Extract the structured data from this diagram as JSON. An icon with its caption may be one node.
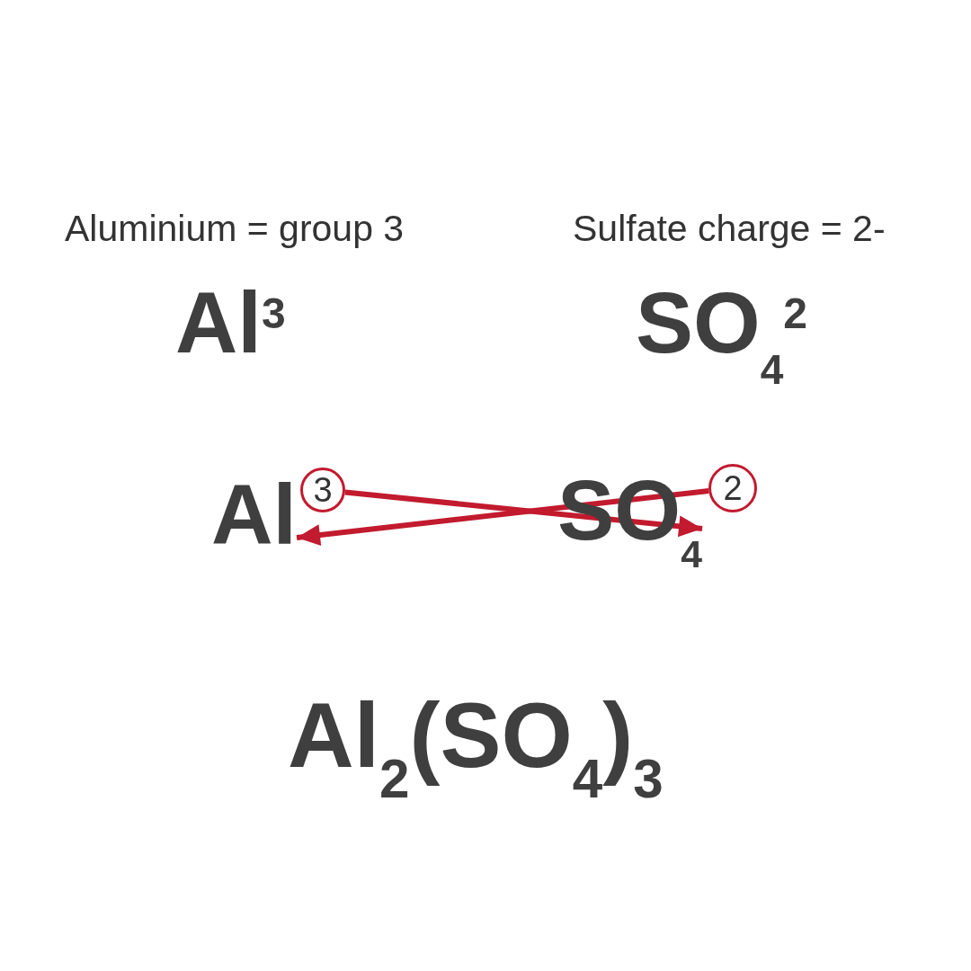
{
  "diagram": {
    "nodes": [
      {
        "text": [
          "Al"
        ]
      },
      {
        "text": [
          "3"
        ]
      },
      {
        "text": [
          "SO$_{4}$"
        ]
      },
      {
        "text": [
          "2"
        ]
      }
    ],
    "edges": [
      {
        "from": 1,
        "to": 2,
        "arrow": "to"
      },
      {
        "from": 3,
        "to": 0,
        "arrow": "to"
      }
    ],
    "labels": [
      "Aluminium = group 3",
      "Sulfate charge = 2-",
      "Al$^{3}$",
      "SO$_{4}$$^{2}$",
      "Al$_{2}$(SO$_{4}$)$_{3}$"
    ]
  }
}
